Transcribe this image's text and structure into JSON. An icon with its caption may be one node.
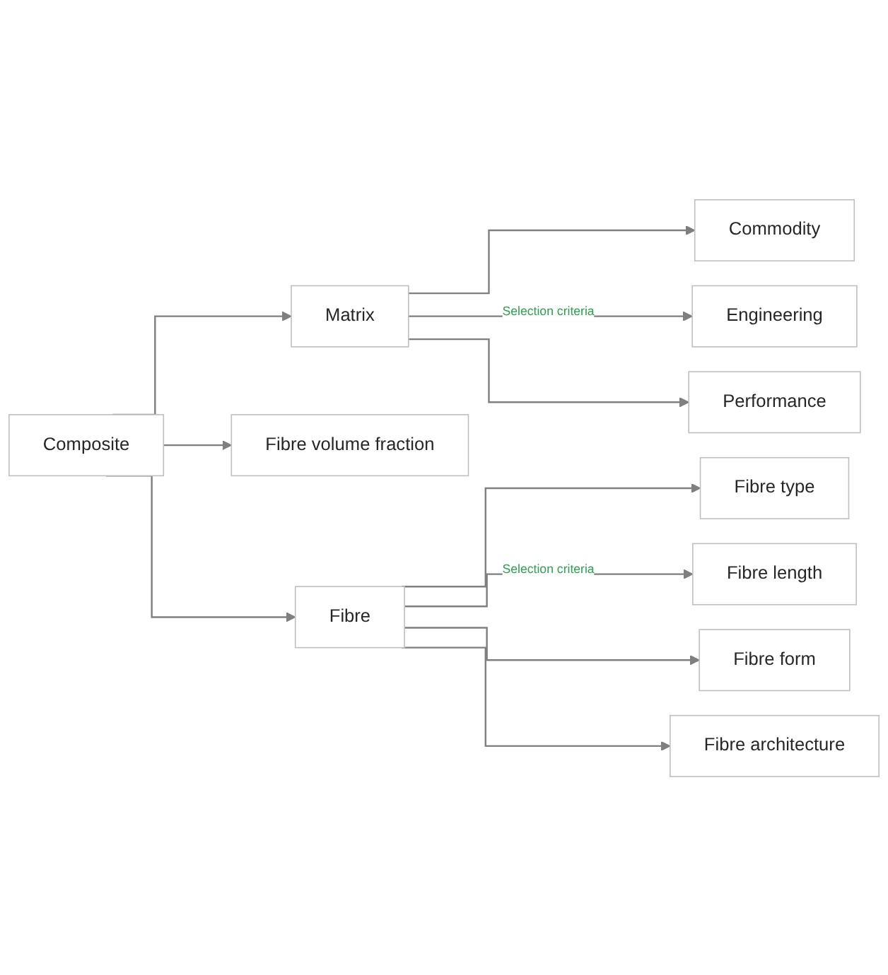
{
  "diagram": {
    "nodes": [
      {
        "text": [
          "Composite"
        ]
      },
      {
        "text": [
          "Matrix"
        ]
      },
      {
        "text": [
          "Fibre volume fraction"
        ]
      },
      {
        "text": [
          "Fibre"
        ]
      },
      {
        "text": [
          "Commodity"
        ]
      },
      {
        "text": [
          "Engineering"
        ]
      },
      {
        "text": [
          "Performance"
        ]
      },
      {
        "text": [
          "Fibre type"
        ]
      },
      {
        "text": [
          "Fibre length"
        ]
      },
      {
        "text": [
          "Fibre form"
        ]
      },
      {
        "text": [
          "Fibre architecture"
        ]
      }
    ],
    "edges": [
      {
        "from": 0,
        "to": 1,
        "arrow": "to"
      },
      {
        "from": 0,
        "to": 2,
        "arrow": "to"
      },
      {
        "from": 0,
        "to": 3,
        "arrow": "to"
      },
      {
        "from": 1,
        "to": 4,
        "arrow": "to"
      },
      {
        "from": 1,
        "to": 5,
        "arrow": "to",
        "label": "Selection criteria"
      },
      {
        "from": 1,
        "to": 6,
        "arrow": "to"
      },
      {
        "from": 3,
        "to": 7,
        "arrow": "to"
      },
      {
        "from": 3,
        "to": 8,
        "arrow": "to",
        "label": "Selection criteria"
      },
      {
        "from": 3,
        "to": 9,
        "arrow": "to"
      },
      {
        "from": 3,
        "to": 10,
        "arrow": "to"
      }
    ]
  }
}
